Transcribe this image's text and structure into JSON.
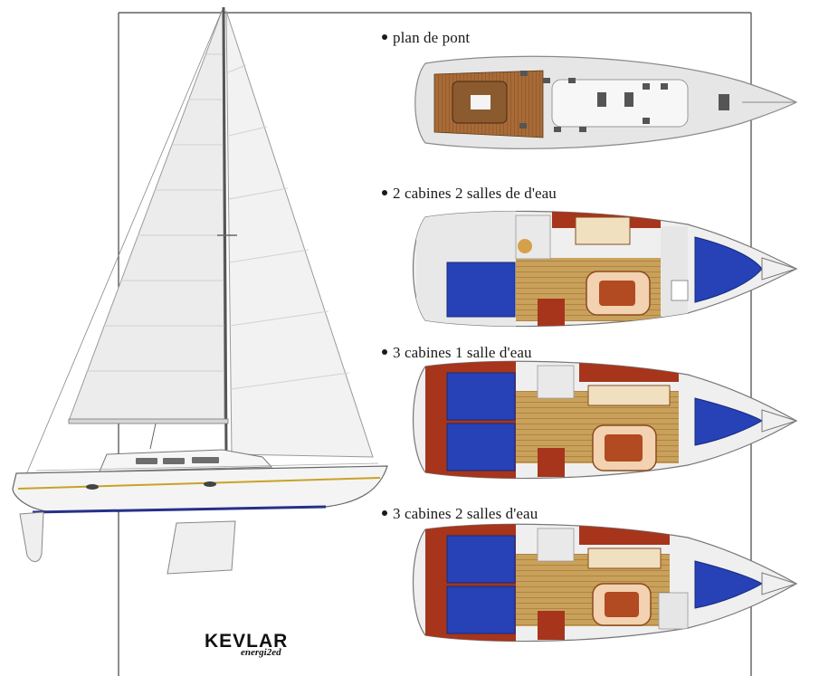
{
  "layouts": {
    "deck": "plan de pont",
    "two_cabins": "2 cabines 2 salles de d'eau",
    "three_cabins_one_head": "3 cabines 1 salle d'eau",
    "three_cabins_two_heads": "3 cabines 2 salles d'eau"
  },
  "logo": {
    "brand": "KEVLAR",
    "tagline": "energi2ed"
  },
  "colors": {
    "cabin_blue": "#2741b6",
    "wood_mahogany": "#a6351c",
    "teak_floor": "#c49a4e",
    "hull_white": "#f3f3f3"
  }
}
